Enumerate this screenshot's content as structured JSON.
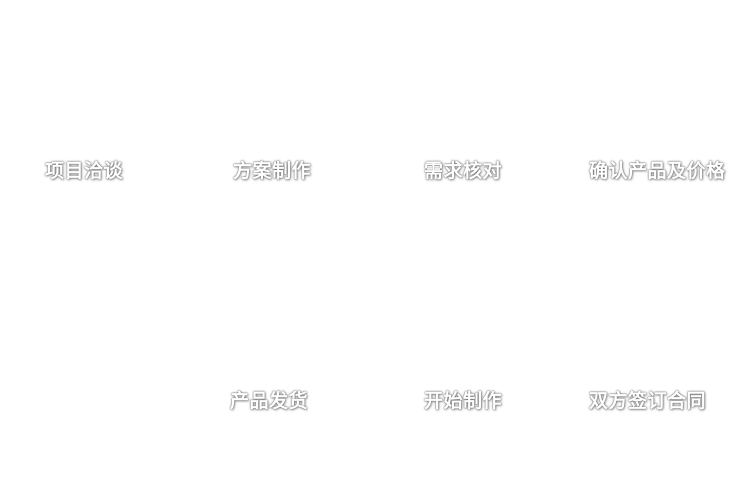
{
  "colors": {
    "background": "#ffffff",
    "label_text": "#ffffff",
    "label_halo": "#5a5a5a"
  },
  "flow": {
    "steps": [
      {
        "label": "项目洽谈"
      },
      {
        "label": "方案制作"
      },
      {
        "label": "需求核对"
      },
      {
        "label": "确认产品及价格"
      },
      {
        "label": "双方签订合同"
      },
      {
        "label": "开始制作"
      },
      {
        "label": "产品发货"
      }
    ]
  }
}
